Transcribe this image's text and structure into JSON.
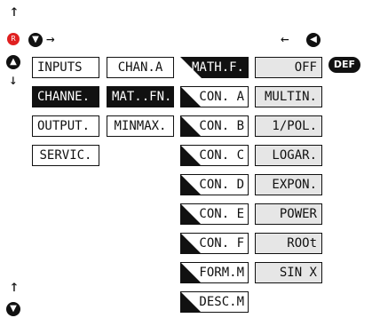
{
  "nav": {
    "up_arrow": "↑",
    "down_arrow": "↓",
    "left_arrow": "→",
    "right_arrow": "←",
    "red_button_label": "R",
    "left_round_button_icon": "chevron-down-icon",
    "up_round_button_icon": "chevron-up-icon",
    "right_round_button_icon": "chevron-left-icon",
    "down_round_button_icon": "chevron-down-icon"
  },
  "badge": {
    "label": "DEF"
  },
  "col1": [
    "INPUTS",
    "CHANNE.",
    "OUTPUT.",
    "SERVIC."
  ],
  "col2": [
    "CHAN.A",
    "MAT..FN.",
    "MINMAX."
  ],
  "col3": [
    "MATH.F.",
    "CON. A",
    "CON. B",
    "CON. C",
    "CON. D",
    "CON. E",
    "CON. F",
    "FORM.M",
    "DESC.M"
  ],
  "col4": [
    "OFF",
    "MULTIN.",
    "1/POL.",
    "LOGAR.",
    "EXPON.",
    "POWER",
    "ROOt",
    "SIN X"
  ],
  "colors": {
    "selected": "#111111",
    "value_bg": "#e6e6e6",
    "red": "#e02020"
  }
}
